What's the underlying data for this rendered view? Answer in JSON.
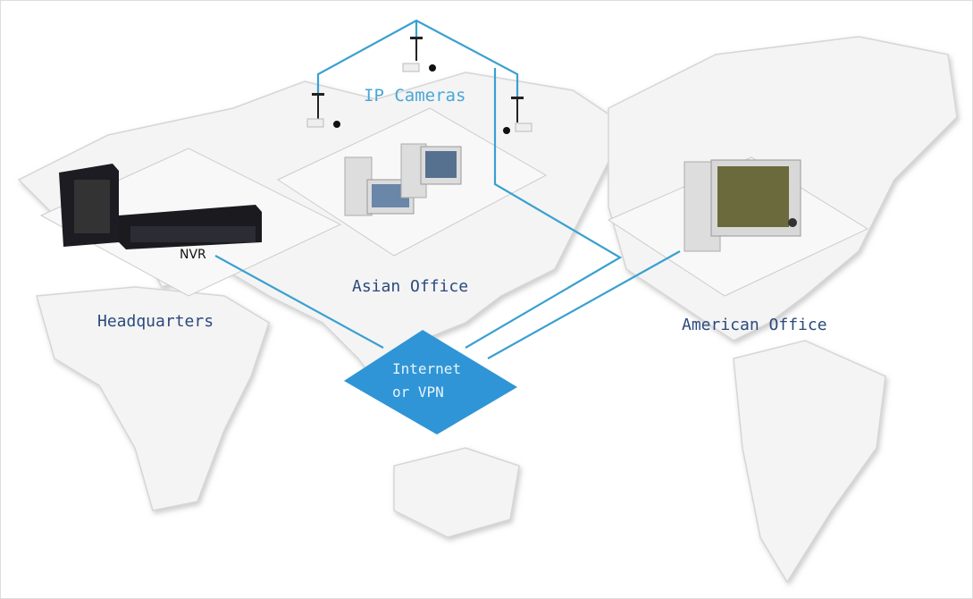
{
  "labels": {
    "ip_cameras": "IP Cameras",
    "nvr": "NVR",
    "headquarters": "Headquarters",
    "asian_office": "Asian Office",
    "american_office": "American Office",
    "internet_line1": "Internet",
    "internet_line2": "or VPN"
  },
  "colors": {
    "link_line": "#3aa0d0",
    "internet_diamond": "#2f95d6",
    "label_text": "#2b4a7c",
    "continent": "#eeeeee"
  }
}
